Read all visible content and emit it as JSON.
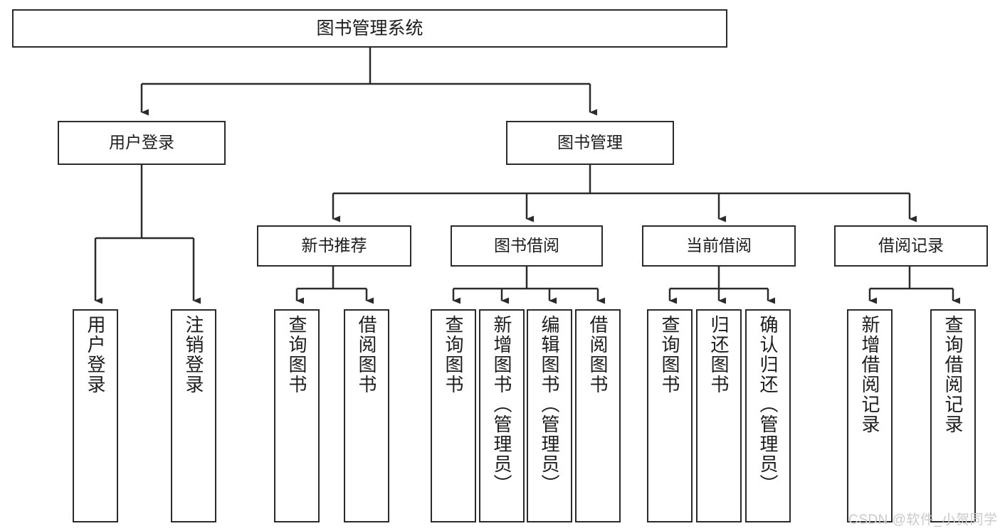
{
  "diagram": {
    "title": "图书管理系统",
    "type": "tree-hierarchy",
    "root": {
      "id": "root",
      "label": "图书管理系统"
    },
    "level2": [
      {
        "id": "user-login",
        "label": "用户登录"
      },
      {
        "id": "book-management",
        "label": "图书管理"
      }
    ],
    "level3": [
      {
        "id": "new-book-recommend",
        "label": "新书推荐"
      },
      {
        "id": "book-borrow",
        "label": "图书借阅"
      },
      {
        "id": "current-borrow",
        "label": "当前借阅"
      },
      {
        "id": "borrow-record",
        "label": "借阅记录"
      }
    ],
    "leaves": {
      "user_login": [
        {
          "id": "leaf-user-login",
          "label": "用户登录"
        },
        {
          "id": "leaf-logout-login",
          "label": "注销登录"
        }
      ],
      "new_book_recommend": [
        {
          "id": "leaf-query-book-1",
          "label": "查询图书"
        },
        {
          "id": "leaf-borrow-book-1",
          "label": "借阅图书"
        }
      ],
      "book_borrow": [
        {
          "id": "leaf-query-book-2",
          "label": "查询图书"
        },
        {
          "id": "leaf-add-book",
          "label": "新增图书（管理员）"
        },
        {
          "id": "leaf-edit-book",
          "label": "编辑图书（管理员）"
        },
        {
          "id": "leaf-borrow-book-2",
          "label": "借阅图书"
        }
      ],
      "current_borrow": [
        {
          "id": "leaf-query-book-3",
          "label": "查询图书"
        },
        {
          "id": "leaf-return-book",
          "label": "归还图书"
        },
        {
          "id": "leaf-confirm-return",
          "label": "确认归还（管理员）"
        }
      ],
      "borrow_record": [
        {
          "id": "leaf-add-borrow-record",
          "label": "新增借阅记录"
        },
        {
          "id": "leaf-query-borrow-record",
          "label": "查询借阅记录"
        }
      ]
    },
    "colors": {
      "stroke": "#2b2b2b",
      "fill": "#ffffff",
      "text": "#1d1d1d",
      "watermark": "#c9c9c9"
    }
  },
  "watermark": {
    "text": "CSDN @软件_小贺同学"
  }
}
